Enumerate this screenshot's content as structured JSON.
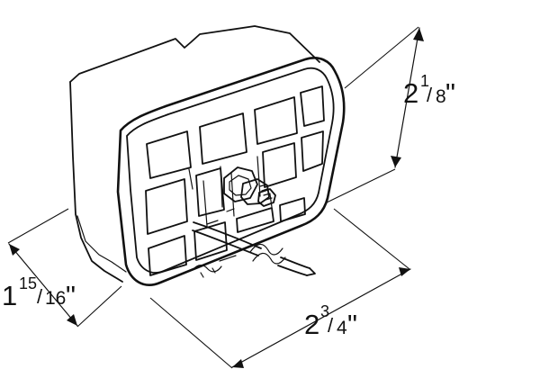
{
  "dimensions": {
    "height": {
      "whole": "2",
      "numerator": "1",
      "denominator": "8",
      "unit": "\""
    },
    "width": {
      "whole": "2",
      "numerator": "3",
      "denominator": "4",
      "unit": "\""
    },
    "depth": {
      "whole": "1",
      "numerator": "15",
      "denominator": "16",
      "unit": "\""
    }
  },
  "colors": {
    "line": "#111111",
    "background": "#ffffff"
  }
}
